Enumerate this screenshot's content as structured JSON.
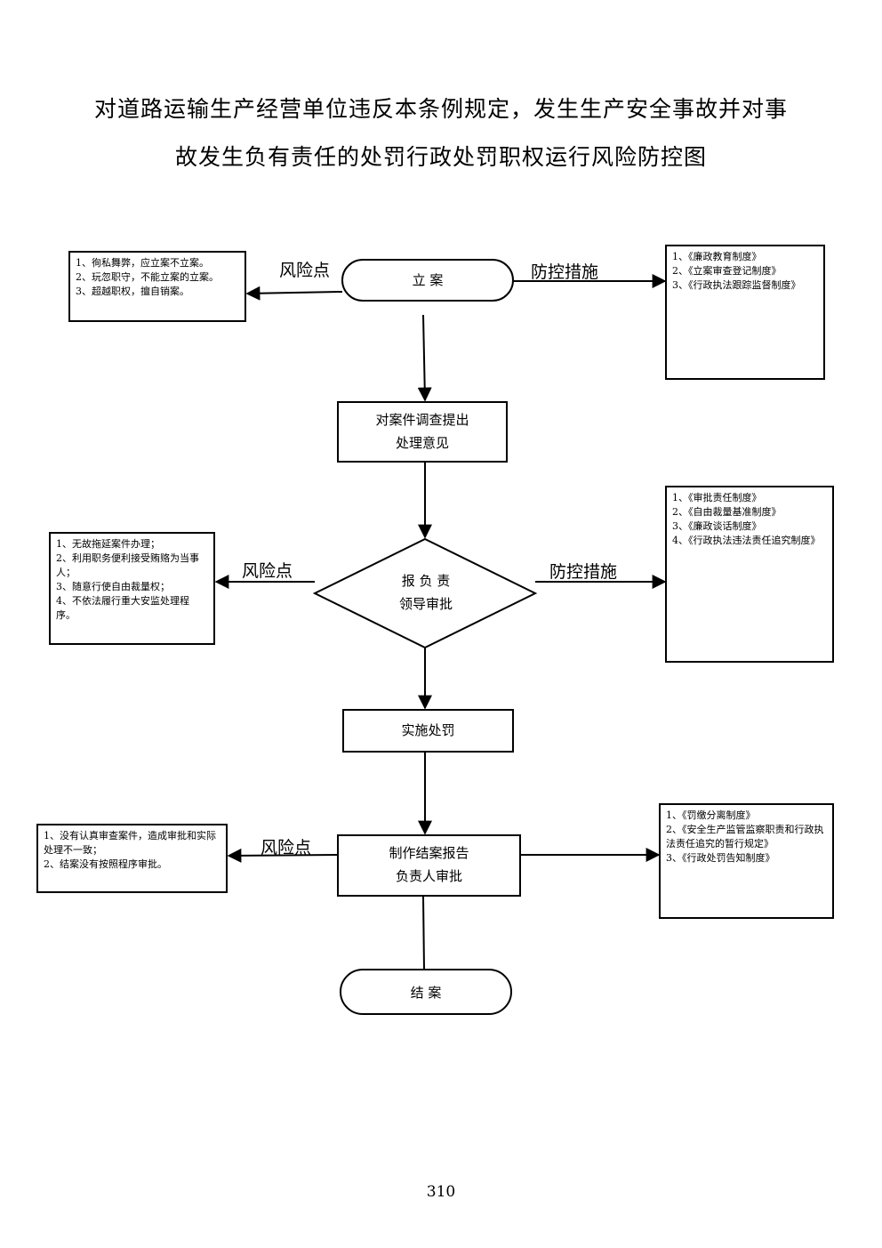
{
  "title": {
    "line1": "对道路运输生产经营单位违反本条例规定，发生生产安全事故并对事",
    "line2": "故发生负有责任的处罚行政处罚职权运行风险防控图"
  },
  "steps": {
    "filing": "立    案",
    "investigate_line1": "对案件调查提出",
    "investigate_line2": "处理意见",
    "approve_line1": "报 负 责",
    "approve_line2": "领导审批",
    "execute": "实施处罚",
    "report_line1": "制作结案报告",
    "report_line2": "负责人审批",
    "close": "结    案"
  },
  "labels": {
    "risk_point": "风险点",
    "control_measure": "防控措施"
  },
  "risks": {
    "filing": "1、徇私舞弊，应立案不立案。\n2、玩忽职守，不能立案的立案。\n3、超越职权，擅自销案。",
    "approve": "1、无故拖延案件办理；\n2、利用职务便利接受贿赂为当事人；\n3、随意行使自由裁量权；\n4、不依法履行重大安监处理程序。",
    "report": "1、没有认真审查案件，造成审批和实际处理不一致；\n2、结案没有按照程序审批。"
  },
  "controls": {
    "filing": "1、《廉政教育制度》\n2、《立案审查登记制度》\n3、《行政执法跟踪监督制度》",
    "approve": "1、《审批责任制度》\n2、《自由裁量基准制度》\n3、《廉政谈话制度》\n4、《行政执法违法责任追究制度》",
    "report": "1、《罚缴分离制度》\n2、《安全生产监管监察职责和行政执法责任追究的暂行规定》\n3、《行政处罚告知制度》"
  },
  "page_number": "310"
}
